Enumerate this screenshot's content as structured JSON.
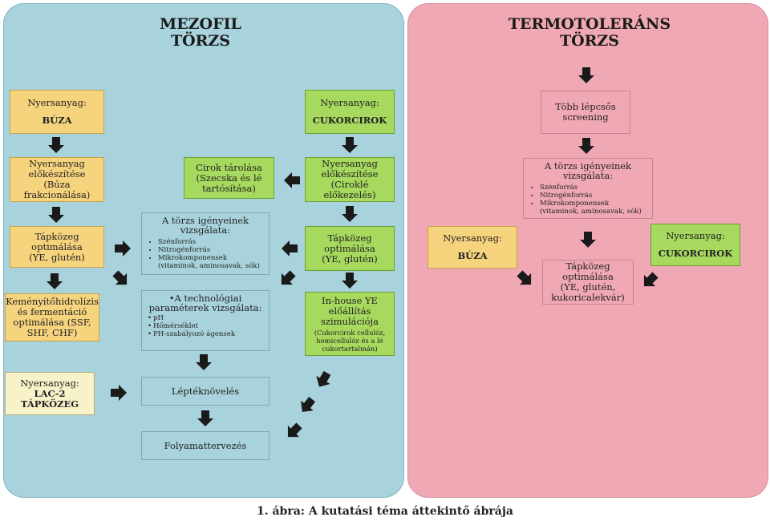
{
  "mesofil": {
    "title1": "MEZOFIL",
    "title2": "TÖRZS",
    "raw_wheat": {
      "label": "Nyersanyag:",
      "value": "BÚZA"
    },
    "raw_sorghum": {
      "label": "Nyersanyag:",
      "value": "CUKORCIROK"
    },
    "raw_lac": {
      "label": "Nyersanyag:",
      "value1": "LAC-2",
      "value2": "TÁPKÖZEG"
    },
    "prep_wheat": [
      "Nyersanyag",
      "előkészítése",
      "(Búza",
      "frakcionálása)"
    ],
    "prep_sorghum": [
      "Nyersanyag",
      "előkészítése",
      "(Ciroklé",
      "előkezelés)"
    ],
    "storage": [
      "Cirok tárolása",
      "(Szecska és lé",
      "tartósítása)"
    ],
    "medium_wheat": [
      "Tápközeg",
      "optimálása",
      "(YE, glutén)"
    ],
    "medium_sorghum": [
      "Tápközeg",
      "optimálása",
      "(YE, glutén)"
    ],
    "hydrolysis": [
      "Keményítőhidrolízis",
      "és fermentáció",
      "optimálása (SSF,",
      "SHF, CHF)"
    ],
    "inhouse": {
      "lines": [
        "In-house YE",
        "előállítás",
        "szimulációja"
      ],
      "sub": [
        "(Cukorcirok cellulóz,",
        "hemicellulóz és a lé",
        "cukortartalmán)"
      ]
    },
    "requirements": {
      "heading": "A törzs igényeinek vizsgálata:",
      "items": [
        "Szénforrás",
        "Nitrogénforrás",
        "Mikrokomponensek (vitaminok, aminosavak, sók)"
      ]
    },
    "technology": {
      "heading1": "•A technológiai",
      "heading2": "paraméterek vizsgálata:",
      "items": [
        "pH",
        "Hőmérséklet",
        "PH-szabályozó ágensek"
      ]
    },
    "scaleup": "Léptéknövelés",
    "process": "Folyamattervezés"
  },
  "thermo": {
    "title1": "TERMOTOLERÁNS",
    "title2": "TÖRZS",
    "screening": [
      "Több lépcsős",
      "screening"
    ],
    "requirements": {
      "heading": "A törzs igényeinek vizsgálata:",
      "items": [
        "Szénforrás",
        "Nitrogénforrás",
        "Mikrokomponensek (vitaminok, aminosavak, sók)"
      ]
    },
    "raw_wheat": {
      "label": "Nyersanyag:",
      "value": "BÚZA"
    },
    "raw_sorghum": {
      "label": "Nyersanyag:",
      "value": "CUKORCIROK"
    },
    "medium": [
      "Tápközeg optimálása",
      "(YE, glutén,",
      "kukoricalekvár)"
    ]
  },
  "caption": "1. ábra: A kutatási téma áttekintő ábrája",
  "colors": {
    "panel_left": "#a9d3dc",
    "panel_right": "#f0a8b4",
    "yellow": "#f6d37d",
    "green": "#a6d95e",
    "cream": "#f8f2c9",
    "arrow": "#1a1a1a"
  }
}
